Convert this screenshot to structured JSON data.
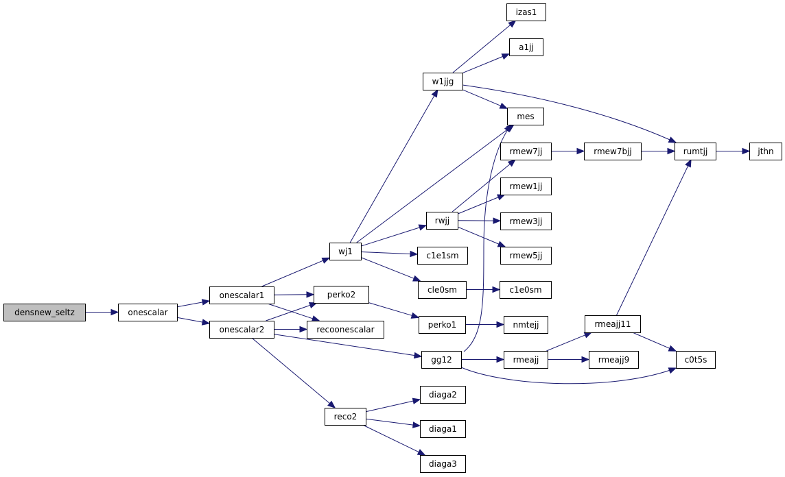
{
  "graph": {
    "type": "call-graph",
    "root": "densnew_seltz",
    "nodes": [
      {
        "id": "densnew_seltz",
        "label": "densnew_seltz"
      },
      {
        "id": "onescalar",
        "label": "onescalar"
      },
      {
        "id": "onescalar1",
        "label": "onescalar1"
      },
      {
        "id": "onescalar2",
        "label": "onescalar2"
      },
      {
        "id": "wj1",
        "label": "wj1"
      },
      {
        "id": "perko2",
        "label": "perko2"
      },
      {
        "id": "recoonescalar",
        "label": "recoonescalar"
      },
      {
        "id": "reco2",
        "label": "reco2"
      },
      {
        "id": "w1jjg",
        "label": "w1jjg"
      },
      {
        "id": "rwjj",
        "label": "rwjj"
      },
      {
        "id": "c1e1sm",
        "label": "c1e1sm"
      },
      {
        "id": "cle0sm",
        "label": "cle0sm"
      },
      {
        "id": "perko1",
        "label": "perko1"
      },
      {
        "id": "gg12",
        "label": "gg12"
      },
      {
        "id": "diaga2",
        "label": "diaga2"
      },
      {
        "id": "diaga1",
        "label": "diaga1"
      },
      {
        "id": "diaga3",
        "label": "diaga3"
      },
      {
        "id": "izas1",
        "label": "izas1"
      },
      {
        "id": "a1jj",
        "label": "a1jj"
      },
      {
        "id": "mes",
        "label": "mes"
      },
      {
        "id": "rmew7jj",
        "label": "rmew7jj"
      },
      {
        "id": "rmew1jj",
        "label": "rmew1jj"
      },
      {
        "id": "rmew3jj",
        "label": "rmew3jj"
      },
      {
        "id": "rmew5jj",
        "label": "rmew5jj"
      },
      {
        "id": "c1e0sm",
        "label": "c1e0sm"
      },
      {
        "id": "nmtejj",
        "label": "nmtejj"
      },
      {
        "id": "rmeajj",
        "label": "rmeajj"
      },
      {
        "id": "rmew7bjj",
        "label": "rmew7bjj"
      },
      {
        "id": "rmeajj11",
        "label": "rmeajj11"
      },
      {
        "id": "rmeajj9",
        "label": "rmeajj9"
      },
      {
        "id": "rumtjj",
        "label": "rumtjj"
      },
      {
        "id": "c0t5s",
        "label": "c0t5s"
      },
      {
        "id": "jthn",
        "label": "jthn"
      }
    ],
    "edges": [
      {
        "from": "densnew_seltz",
        "to": "onescalar"
      },
      {
        "from": "onescalar",
        "to": "onescalar1"
      },
      {
        "from": "onescalar",
        "to": "onescalar2"
      },
      {
        "from": "onescalar1",
        "to": "wj1"
      },
      {
        "from": "onescalar1",
        "to": "perko2"
      },
      {
        "from": "onescalar1",
        "to": "recoonescalar"
      },
      {
        "from": "onescalar2",
        "to": "perko2"
      },
      {
        "from": "onescalar2",
        "to": "recoonescalar"
      },
      {
        "from": "onescalar2",
        "to": "gg12"
      },
      {
        "from": "onescalar2",
        "to": "reco2"
      },
      {
        "from": "wj1",
        "to": "w1jjg"
      },
      {
        "from": "wj1",
        "to": "mes"
      },
      {
        "from": "wj1",
        "to": "rwjj"
      },
      {
        "from": "wj1",
        "to": "c1e1sm"
      },
      {
        "from": "wj1",
        "to": "cle0sm"
      },
      {
        "from": "perko2",
        "to": "perko1"
      },
      {
        "from": "w1jjg",
        "to": "izas1"
      },
      {
        "from": "w1jjg",
        "to": "a1jj"
      },
      {
        "from": "w1jjg",
        "to": "mes"
      },
      {
        "from": "w1jjg",
        "to": "rumtjj"
      },
      {
        "from": "rwjj",
        "to": "rmew7jj"
      },
      {
        "from": "rwjj",
        "to": "rmew1jj"
      },
      {
        "from": "rwjj",
        "to": "rmew3jj"
      },
      {
        "from": "rwjj",
        "to": "rmew5jj"
      },
      {
        "from": "cle0sm",
        "to": "c1e0sm"
      },
      {
        "from": "perko1",
        "to": "nmtejj"
      },
      {
        "from": "gg12",
        "to": "mes"
      },
      {
        "from": "gg12",
        "to": "rmeajj"
      },
      {
        "from": "gg12",
        "to": "c0t5s"
      },
      {
        "from": "rmew7jj",
        "to": "rmew7bjj"
      },
      {
        "from": "rmew7bjj",
        "to": "rumtjj"
      },
      {
        "from": "rmeajj",
        "to": "rmeajj11"
      },
      {
        "from": "rmeajj",
        "to": "rmeajj9"
      },
      {
        "from": "rmeajj11",
        "to": "rumtjj"
      },
      {
        "from": "rmeajj11",
        "to": "c0t5s"
      },
      {
        "from": "rumtjj",
        "to": "jthn"
      },
      {
        "from": "reco2",
        "to": "diaga2"
      },
      {
        "from": "reco2",
        "to": "diaga1"
      },
      {
        "from": "reco2",
        "to": "diaga3"
      }
    ]
  }
}
